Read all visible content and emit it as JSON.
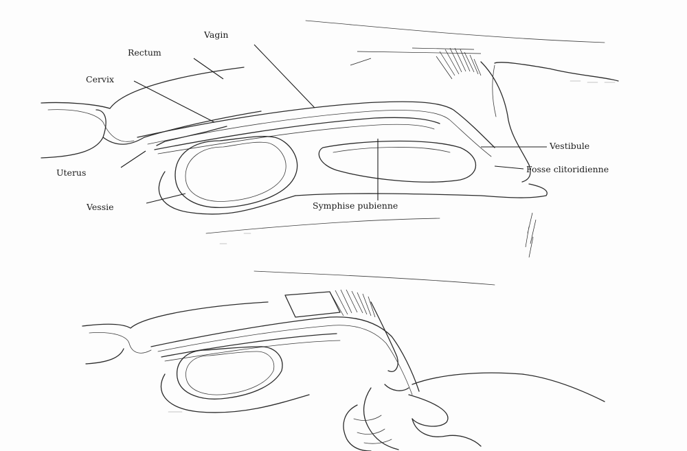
{
  "figure": {
    "labels": {
      "vagin": "Vagin",
      "rectum": "Rectum",
      "cervix": "Cervix",
      "uterus": "Uterus",
      "vessie": "Vessie",
      "vestibule": "Vestibule",
      "fosse": "Fosse clitoridienne",
      "symphise": "Symphise pubienne"
    },
    "panels": [
      "upper-sagittal-section",
      "lower-sagittal-section-with-hand"
    ]
  }
}
